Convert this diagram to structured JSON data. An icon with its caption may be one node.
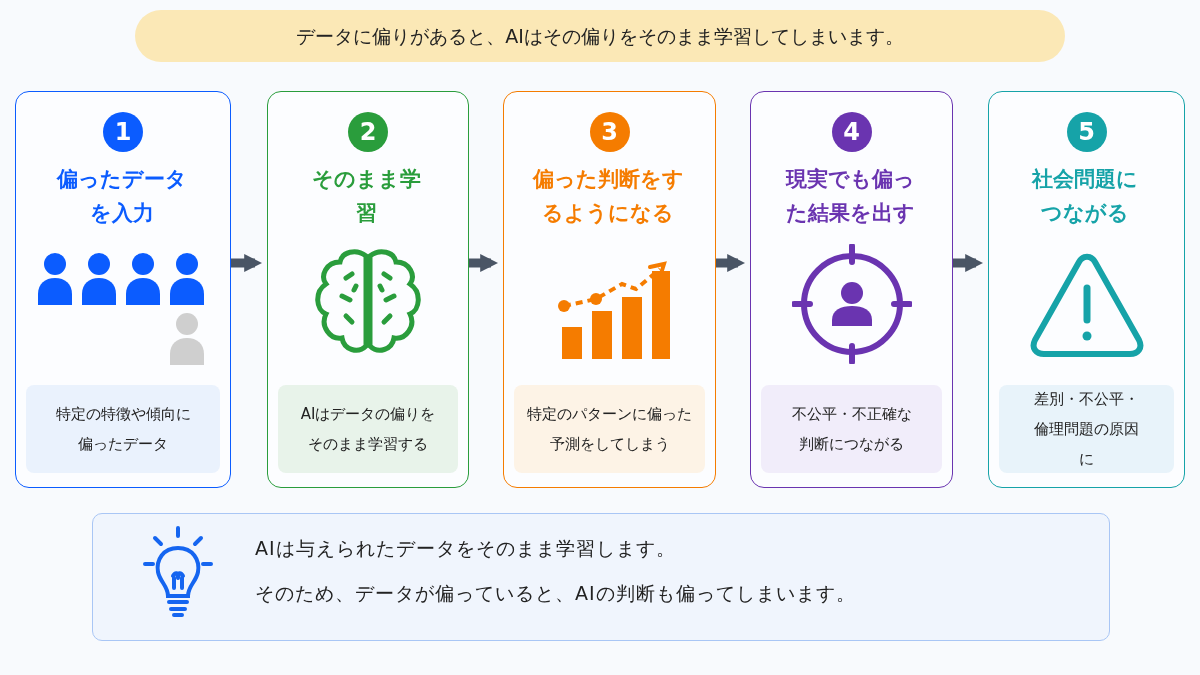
{
  "diagram": {
    "title": "データに偏りがあると、AIはその偏りをそのまま学習してしまいます。",
    "nodes": [
      {
        "text": [
          "1",
          "偏ったデータを入力",
          "特定の特徴や傾向に偏ったデータ"
        ]
      },
      {
        "text": [
          "2",
          "そのまま学習",
          "AIはデータの偏りをそのまま学習する"
        ]
      },
      {
        "text": [
          "3",
          "偏った判断をするようになる",
          "特定のパターンに偏った予測をしてしまう"
        ]
      },
      {
        "text": [
          "4",
          "現実でも偏った結果を出す",
          "不公平・不正確な判断につながる"
        ]
      },
      {
        "text": [
          "5",
          "社会問題につながる",
          "差別・不公平・倫理問題の原因に"
        ]
      },
      {
        "text": [
          "AIは与えられたデータをそのまま学習します。",
          "そのため、データが偏っていると、AIの判断も偏ってしまいます。"
        ]
      }
    ],
    "edges": [
      {
        "from": 0,
        "to": 1,
        "arrow": "to"
      },
      {
        "from": 1,
        "to": 2,
        "arrow": "to"
      },
      {
        "from": 2,
        "to": 3,
        "arrow": "to"
      },
      {
        "from": 3,
        "to": 4,
        "arrow": "to"
      }
    ]
  }
}
